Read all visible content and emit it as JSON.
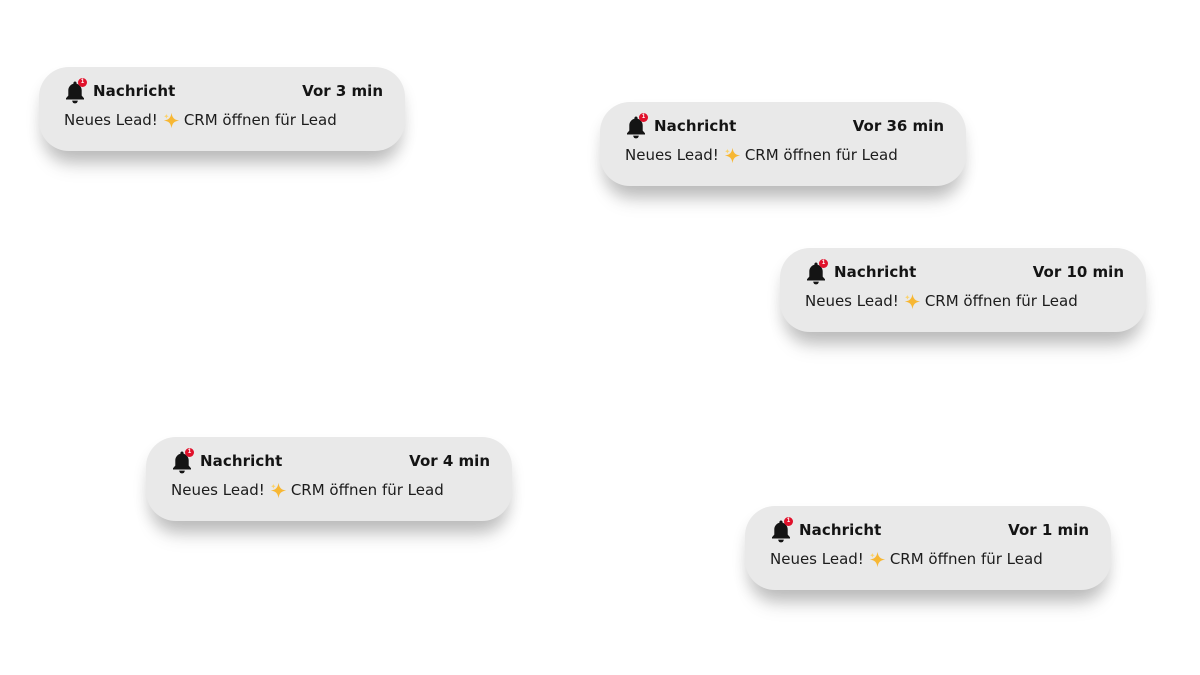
{
  "colors": {
    "card_background": "#e9e9e9",
    "badge": "#e0112b",
    "sparkle": "#f7b733",
    "text": "#141414"
  },
  "notifications": [
    {
      "app": "Nachricht",
      "time": "Vor 3 min",
      "badge_count": "1",
      "icon": "bell-icon",
      "message_before": "Neues Lead!",
      "message_emoji": "sparkles-icon",
      "message_after": "CRM öffnen für Lead"
    },
    {
      "app": "Nachricht",
      "time": "Vor 36 min",
      "badge_count": "1",
      "icon": "bell-icon",
      "message_before": "Neues Lead!",
      "message_emoji": "sparkles-icon",
      "message_after": "CRM öffnen für Lead"
    },
    {
      "app": "Nachricht",
      "time": "Vor 10 min",
      "badge_count": "1",
      "icon": "bell-icon",
      "message_before": "Neues Lead!",
      "message_emoji": "sparkles-icon",
      "message_after": "CRM öffnen für Lead"
    },
    {
      "app": "Nachricht",
      "time": "Vor 4 min",
      "badge_count": "1",
      "icon": "bell-icon",
      "message_before": "Neues Lead!",
      "message_emoji": "sparkles-icon",
      "message_after": "CRM öffnen für Lead"
    },
    {
      "app": "Nachricht",
      "time": "Vor 1 min",
      "badge_count": "1",
      "icon": "bell-icon",
      "message_before": "Neues Lead!",
      "message_emoji": "sparkles-icon",
      "message_after": "CRM öffnen für Lead"
    }
  ]
}
